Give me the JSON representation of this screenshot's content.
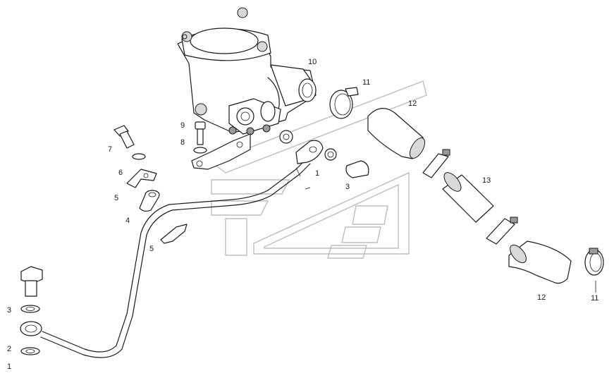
{
  "labels": {
    "l1a": "1",
    "l2": "2",
    "l3a": "3",
    "l4": "4",
    "l5a": "5",
    "l5b": "5",
    "l6": "6",
    "l7": "7",
    "l8": "8",
    "l9": "9",
    "l10": "10",
    "l11a": "11",
    "l11b": "11",
    "l12a": "12",
    "l12b": "12",
    "l13": "13",
    "l1b": "1",
    "l3b": "3"
  }
}
